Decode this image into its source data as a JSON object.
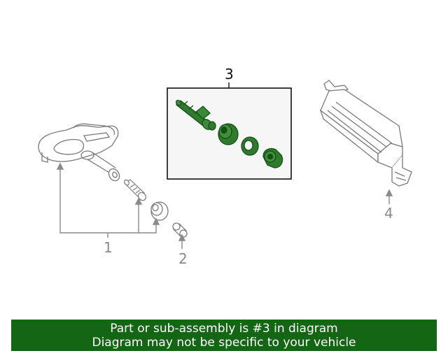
{
  "callouts": {
    "c1": "1",
    "c2": "2",
    "c3": "3",
    "c4": "4"
  },
  "banner": {
    "line1": "Part or sub-assembly is #3 in diagram",
    "line2": "Diagram may not be specific to your vehicle"
  },
  "colors": {
    "highlight": "#2f7a2f",
    "highlight_dark": "#145214",
    "line": "#8a8a8a",
    "banner_bg": "#146614",
    "banner_text": "#ffffff"
  },
  "icons": [
    "tpms-sensor-icon",
    "valve-stem-icon",
    "grommet-icon",
    "valve-cap-icon",
    "valve-kit-icon",
    "receiver-module-icon"
  ]
}
